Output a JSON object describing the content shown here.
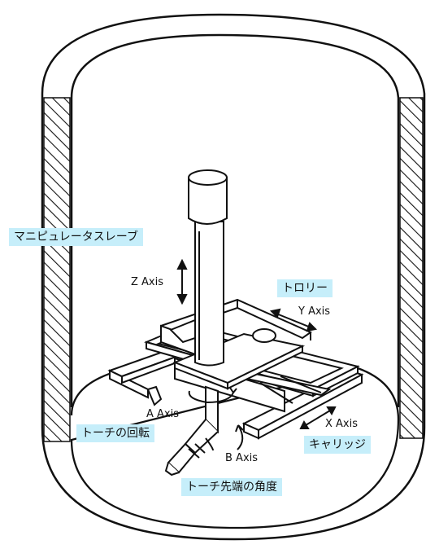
{
  "colors": {
    "callout_bg": "#c6eefa",
    "line": "#111111",
    "background": "#ffffff"
  },
  "axes": {
    "z": "Z Axis",
    "y": "Y Axis",
    "x": "X Axis",
    "a": "A Axis",
    "b": "B Axis"
  },
  "callouts": {
    "manipulator_slave": "マニピュレータスレーブ",
    "trolley": "トロリー",
    "torch_rotation": "トーチの回転",
    "carriage": "キャリッジ",
    "torch_tip_angle": "トーチ先端の角度"
  }
}
